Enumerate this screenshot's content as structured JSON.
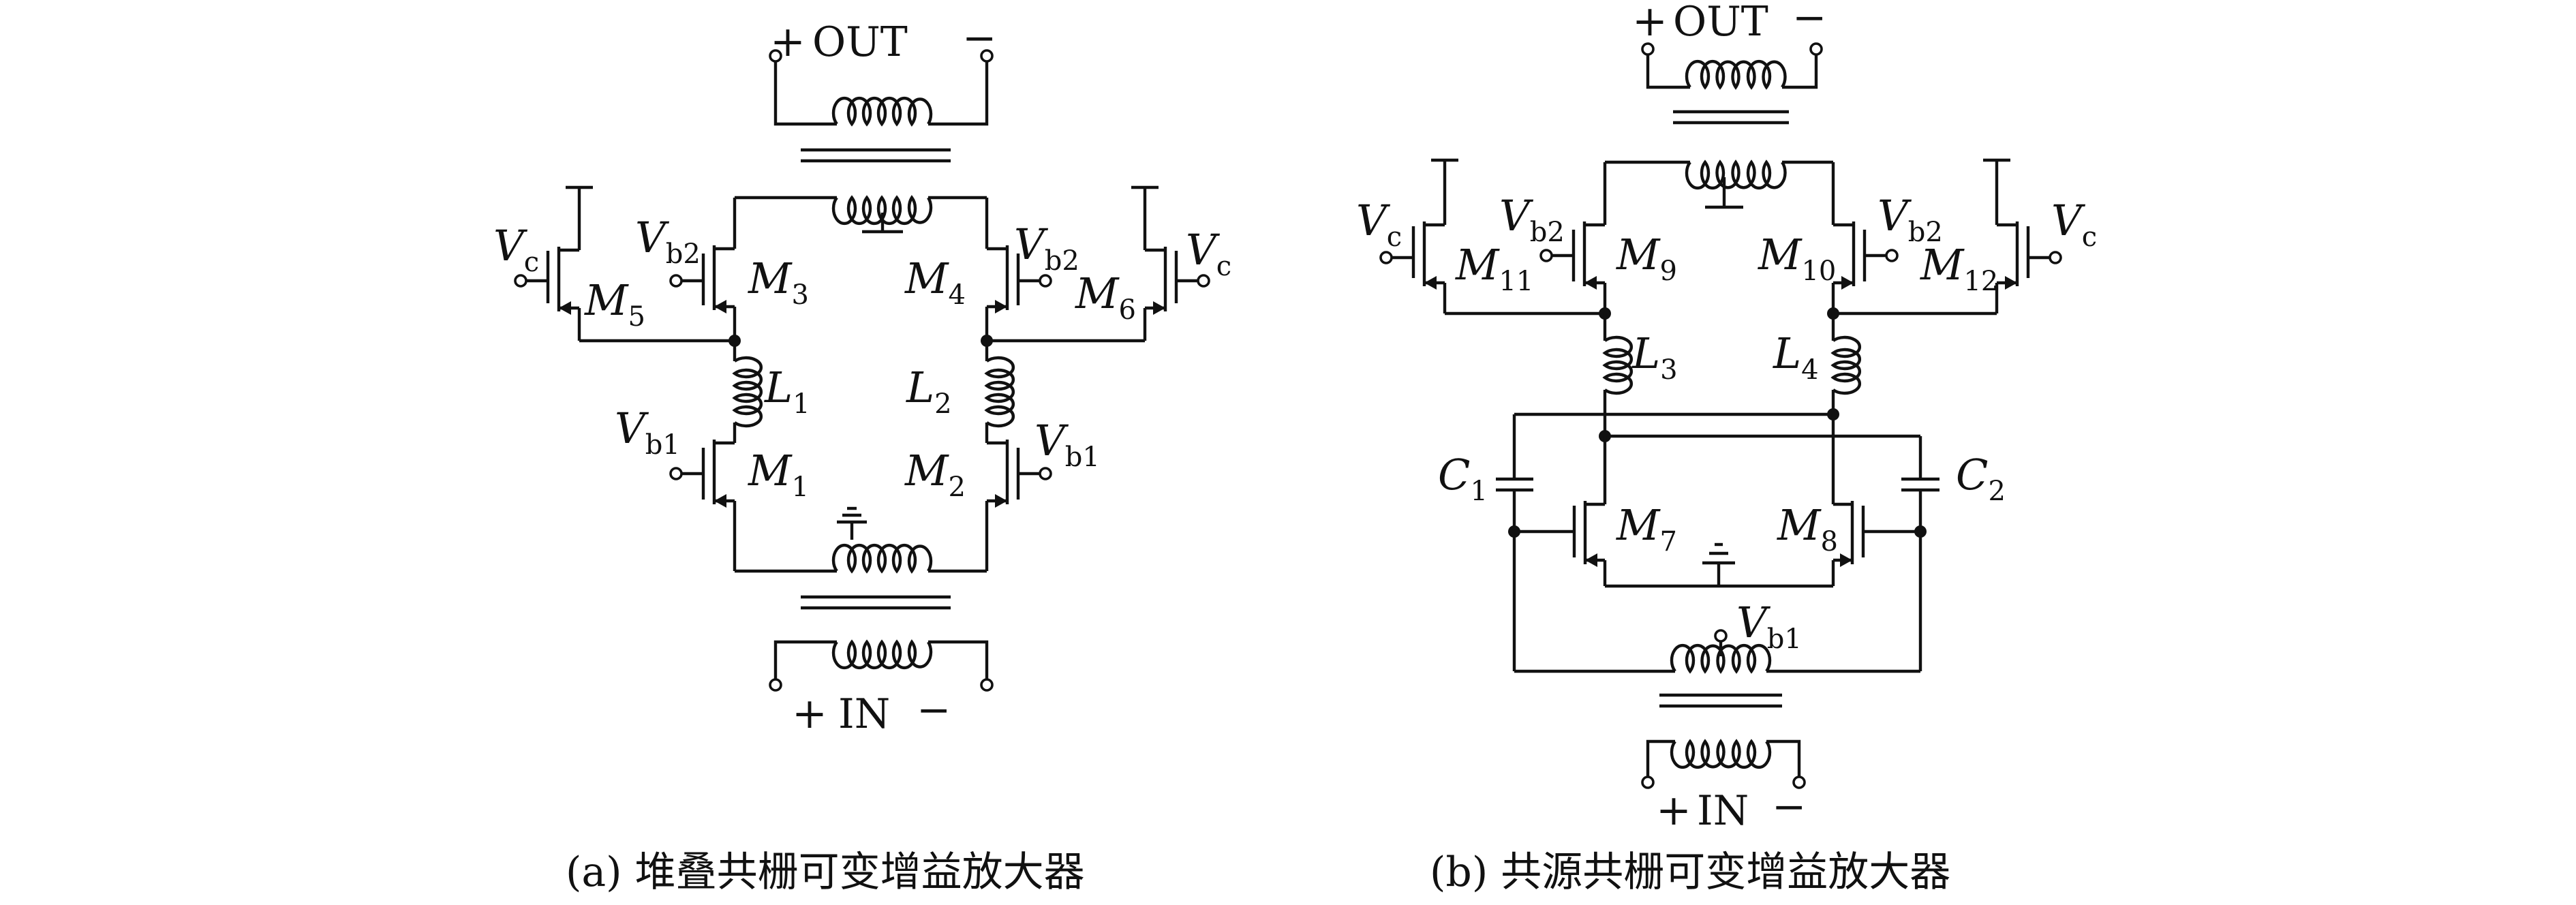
{
  "captions": {
    "a": "(a) 堆叠共栅可变增益放大器",
    "b": "(b) 共源共栅可变增益放大器"
  },
  "ports": {
    "out": "OUT",
    "in": "IN",
    "plus": "+",
    "minus": "−"
  },
  "symbols": {
    "V": "V",
    "M": "M",
    "L": "L",
    "C": "C"
  },
  "subscripts": {
    "c": "c",
    "b1": "b1",
    "b2": "b2",
    "m1": "1",
    "m2": "2",
    "m3": "3",
    "m4": "4",
    "m5": "5",
    "m6": "6",
    "m7": "7",
    "m8": "8",
    "m9": "9",
    "m10": "10",
    "m11": "11",
    "m12": "12",
    "l1": "1",
    "l2": "2",
    "l3": "3",
    "l4": "4",
    "c1": "1",
    "c2": "2"
  }
}
